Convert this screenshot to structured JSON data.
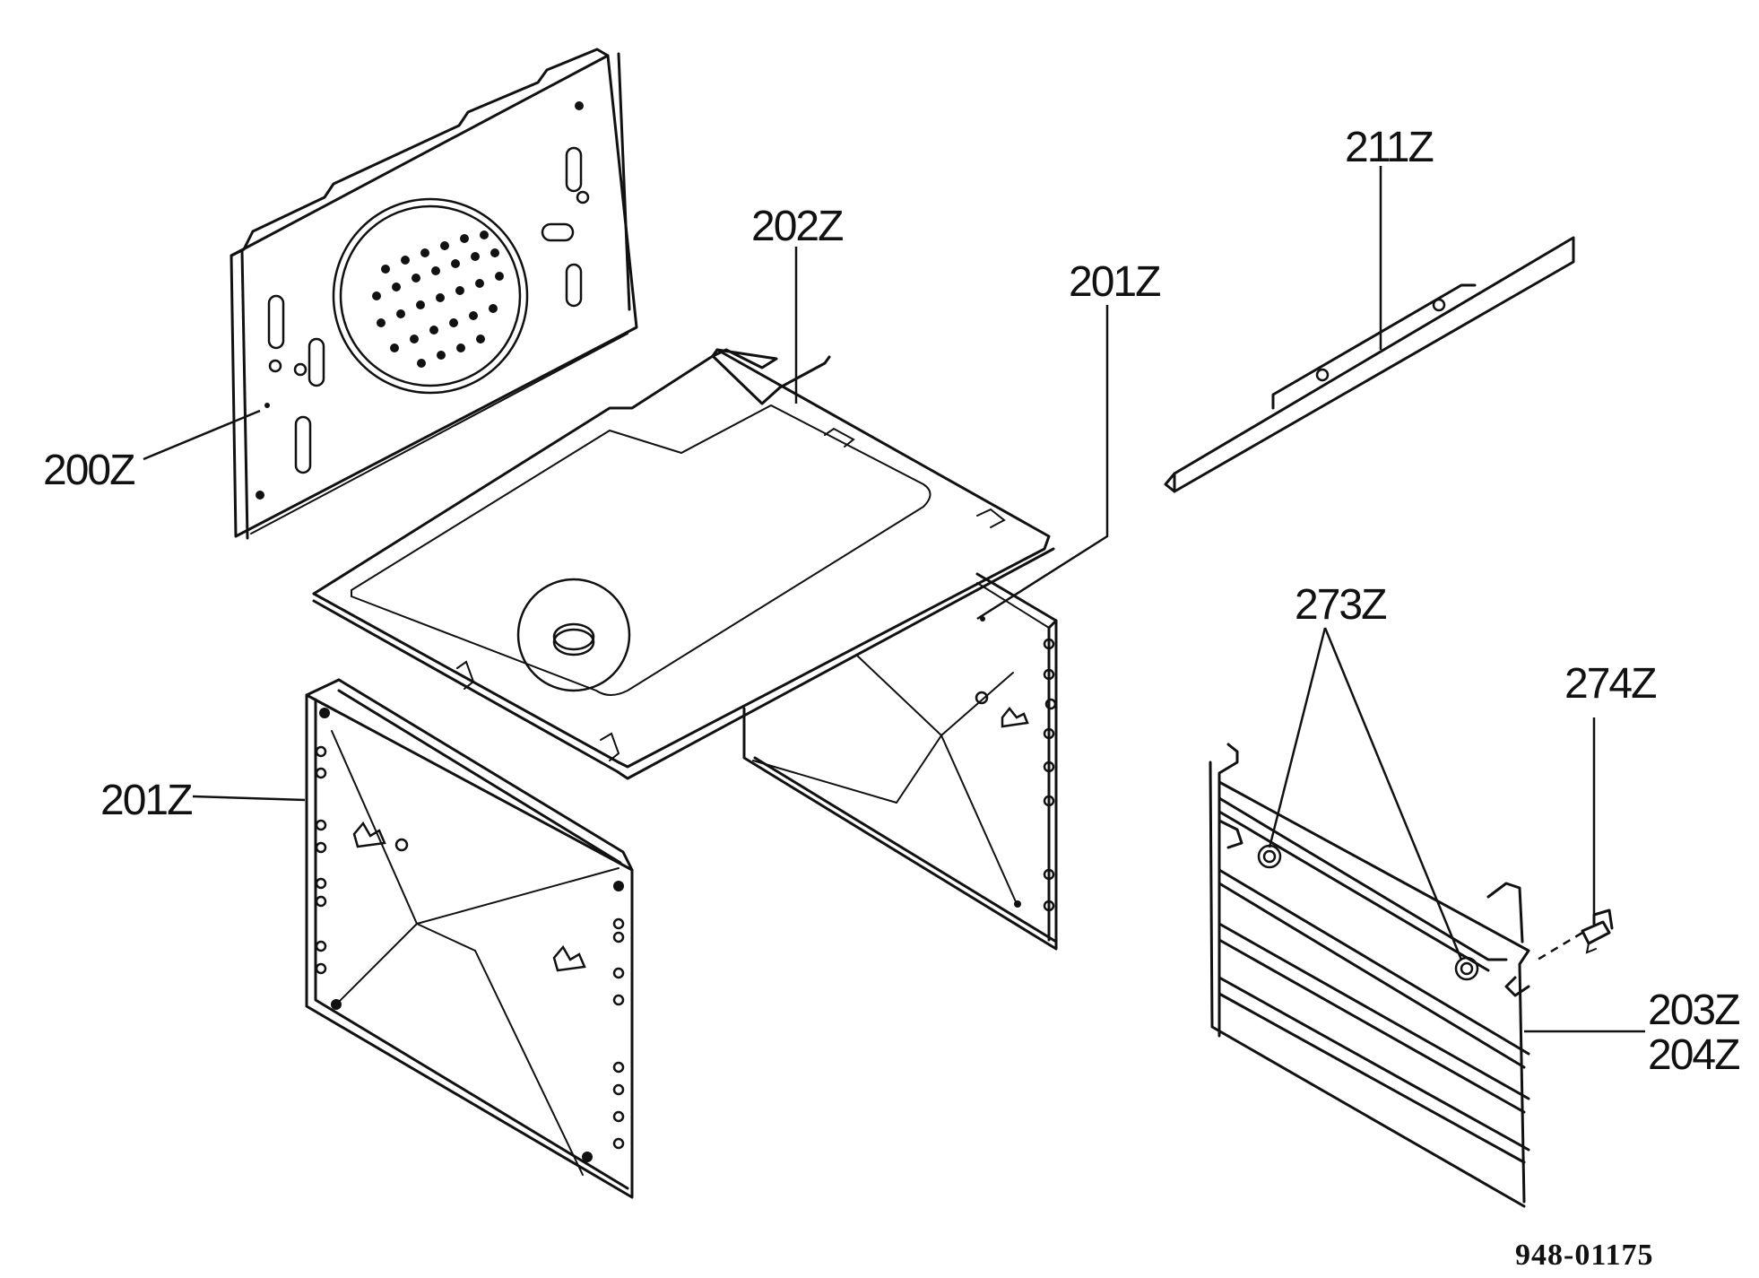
{
  "callouts": {
    "c200": "200Z",
    "c202": "202Z",
    "c201_top": "201Z",
    "c201_left": "201Z",
    "c211": "211Z",
    "c273": "273Z",
    "c274": "274Z",
    "c203": "203Z",
    "c204": "204Z"
  },
  "drawing_number": "948-01175"
}
